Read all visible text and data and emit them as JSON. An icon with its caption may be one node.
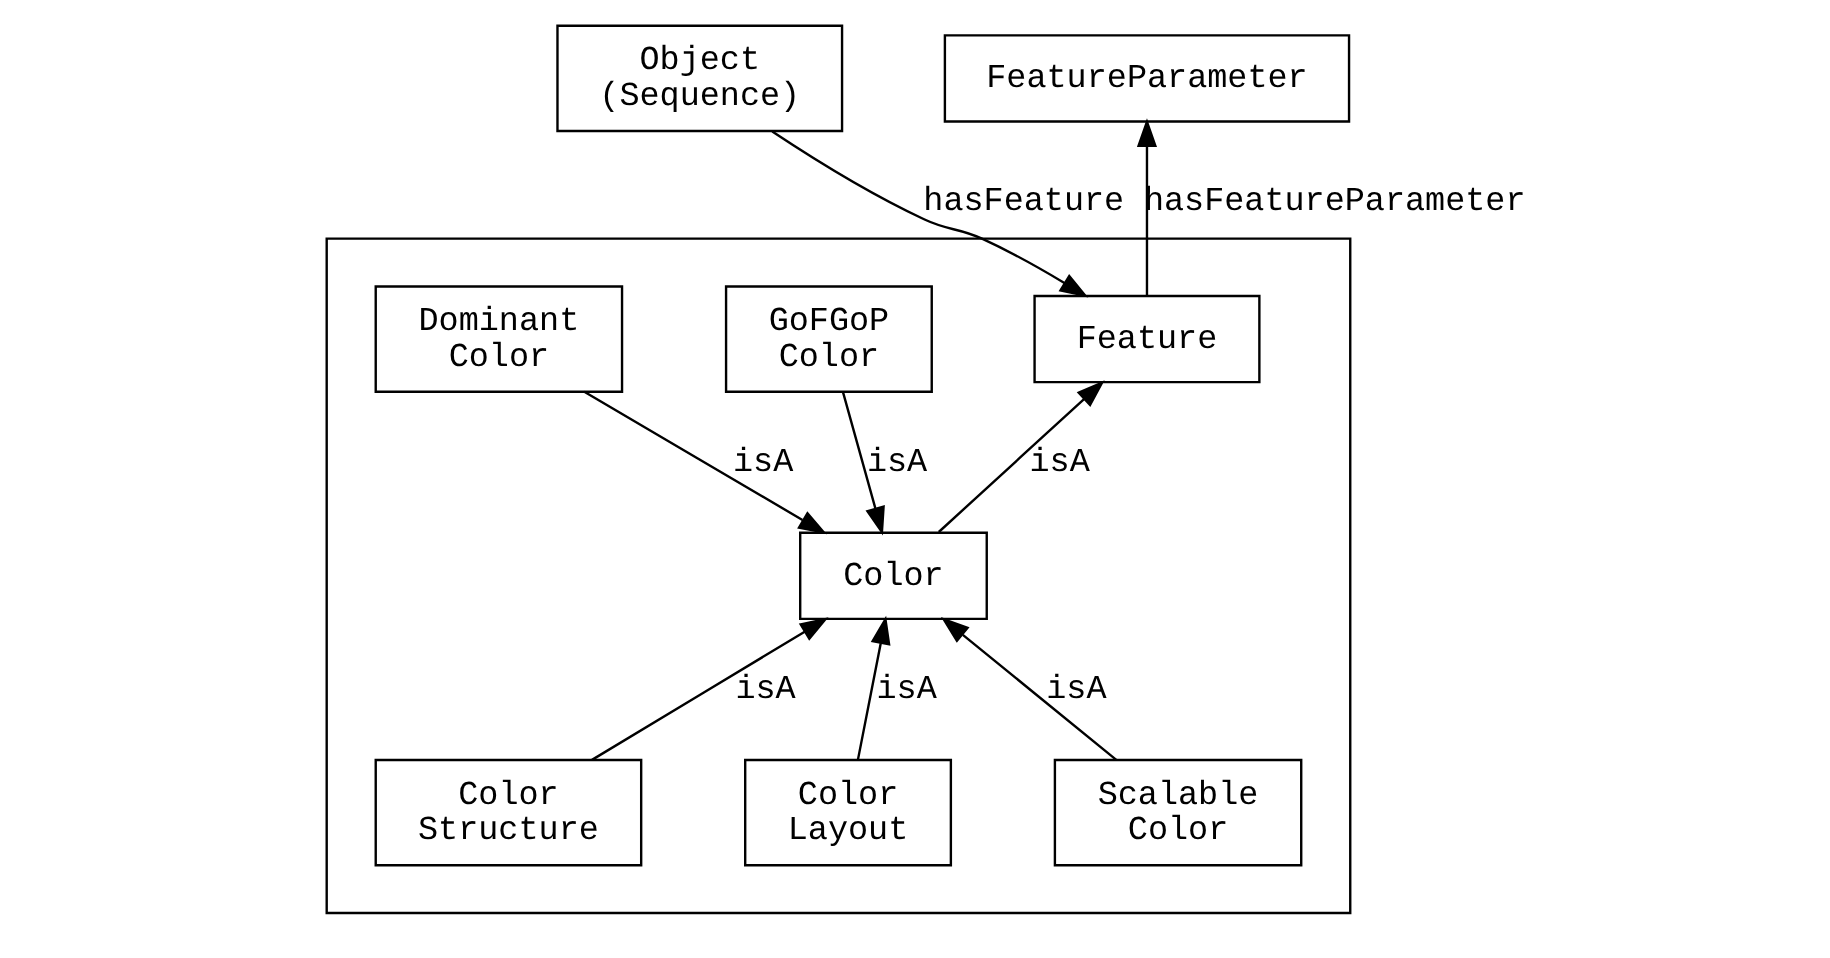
{
  "diagram": {
    "nodes": [
      {
        "text": [
          "Object (Sequence)"
        ]
      },
      {
        "text": [
          "FeatureParameter"
        ]
      },
      {
        "text": [],
        "shape": "box"
      },
      {
        "text": [
          "Feature"
        ],
        "in": 2
      },
      {
        "text": [
          "Dominant Color"
        ],
        "in": 2
      },
      {
        "text": [
          "GoFGoP Color"
        ],
        "in": 2
      },
      {
        "text": [
          "Color"
        ],
        "in": 2
      },
      {
        "text": [
          "Scalable Color"
        ],
        "in": 2
      },
      {
        "text": [
          "Color Layout"
        ],
        "in": 2
      },
      {
        "text": [
          "Color Structure"
        ],
        "in": 2
      }
    ],
    "edges": [
      {
        "from": 0,
        "to": 3,
        "arrow": "to",
        "label": "hasFeature"
      },
      {
        "from": 3,
        "to": 1,
        "arrow": "to",
        "label": "hasFeatureParameter"
      },
      {
        "from": 6,
        "to": 3,
        "arrow": "to",
        "label": "isA"
      },
      {
        "from": 4,
        "to": 6,
        "arrow": "to",
        "label": "isA"
      },
      {
        "from": 5,
        "to": 6,
        "arrow": "to",
        "label": "isA"
      },
      {
        "from": 7,
        "to": 6,
        "arrow": "to",
        "label": "isA"
      },
      {
        "from": 8,
        "to": 6,
        "arrow": "to",
        "label": "isA"
      },
      {
        "from": 9,
        "to": 6,
        "arrow": "to",
        "label": "isA"
      }
    ]
  }
}
